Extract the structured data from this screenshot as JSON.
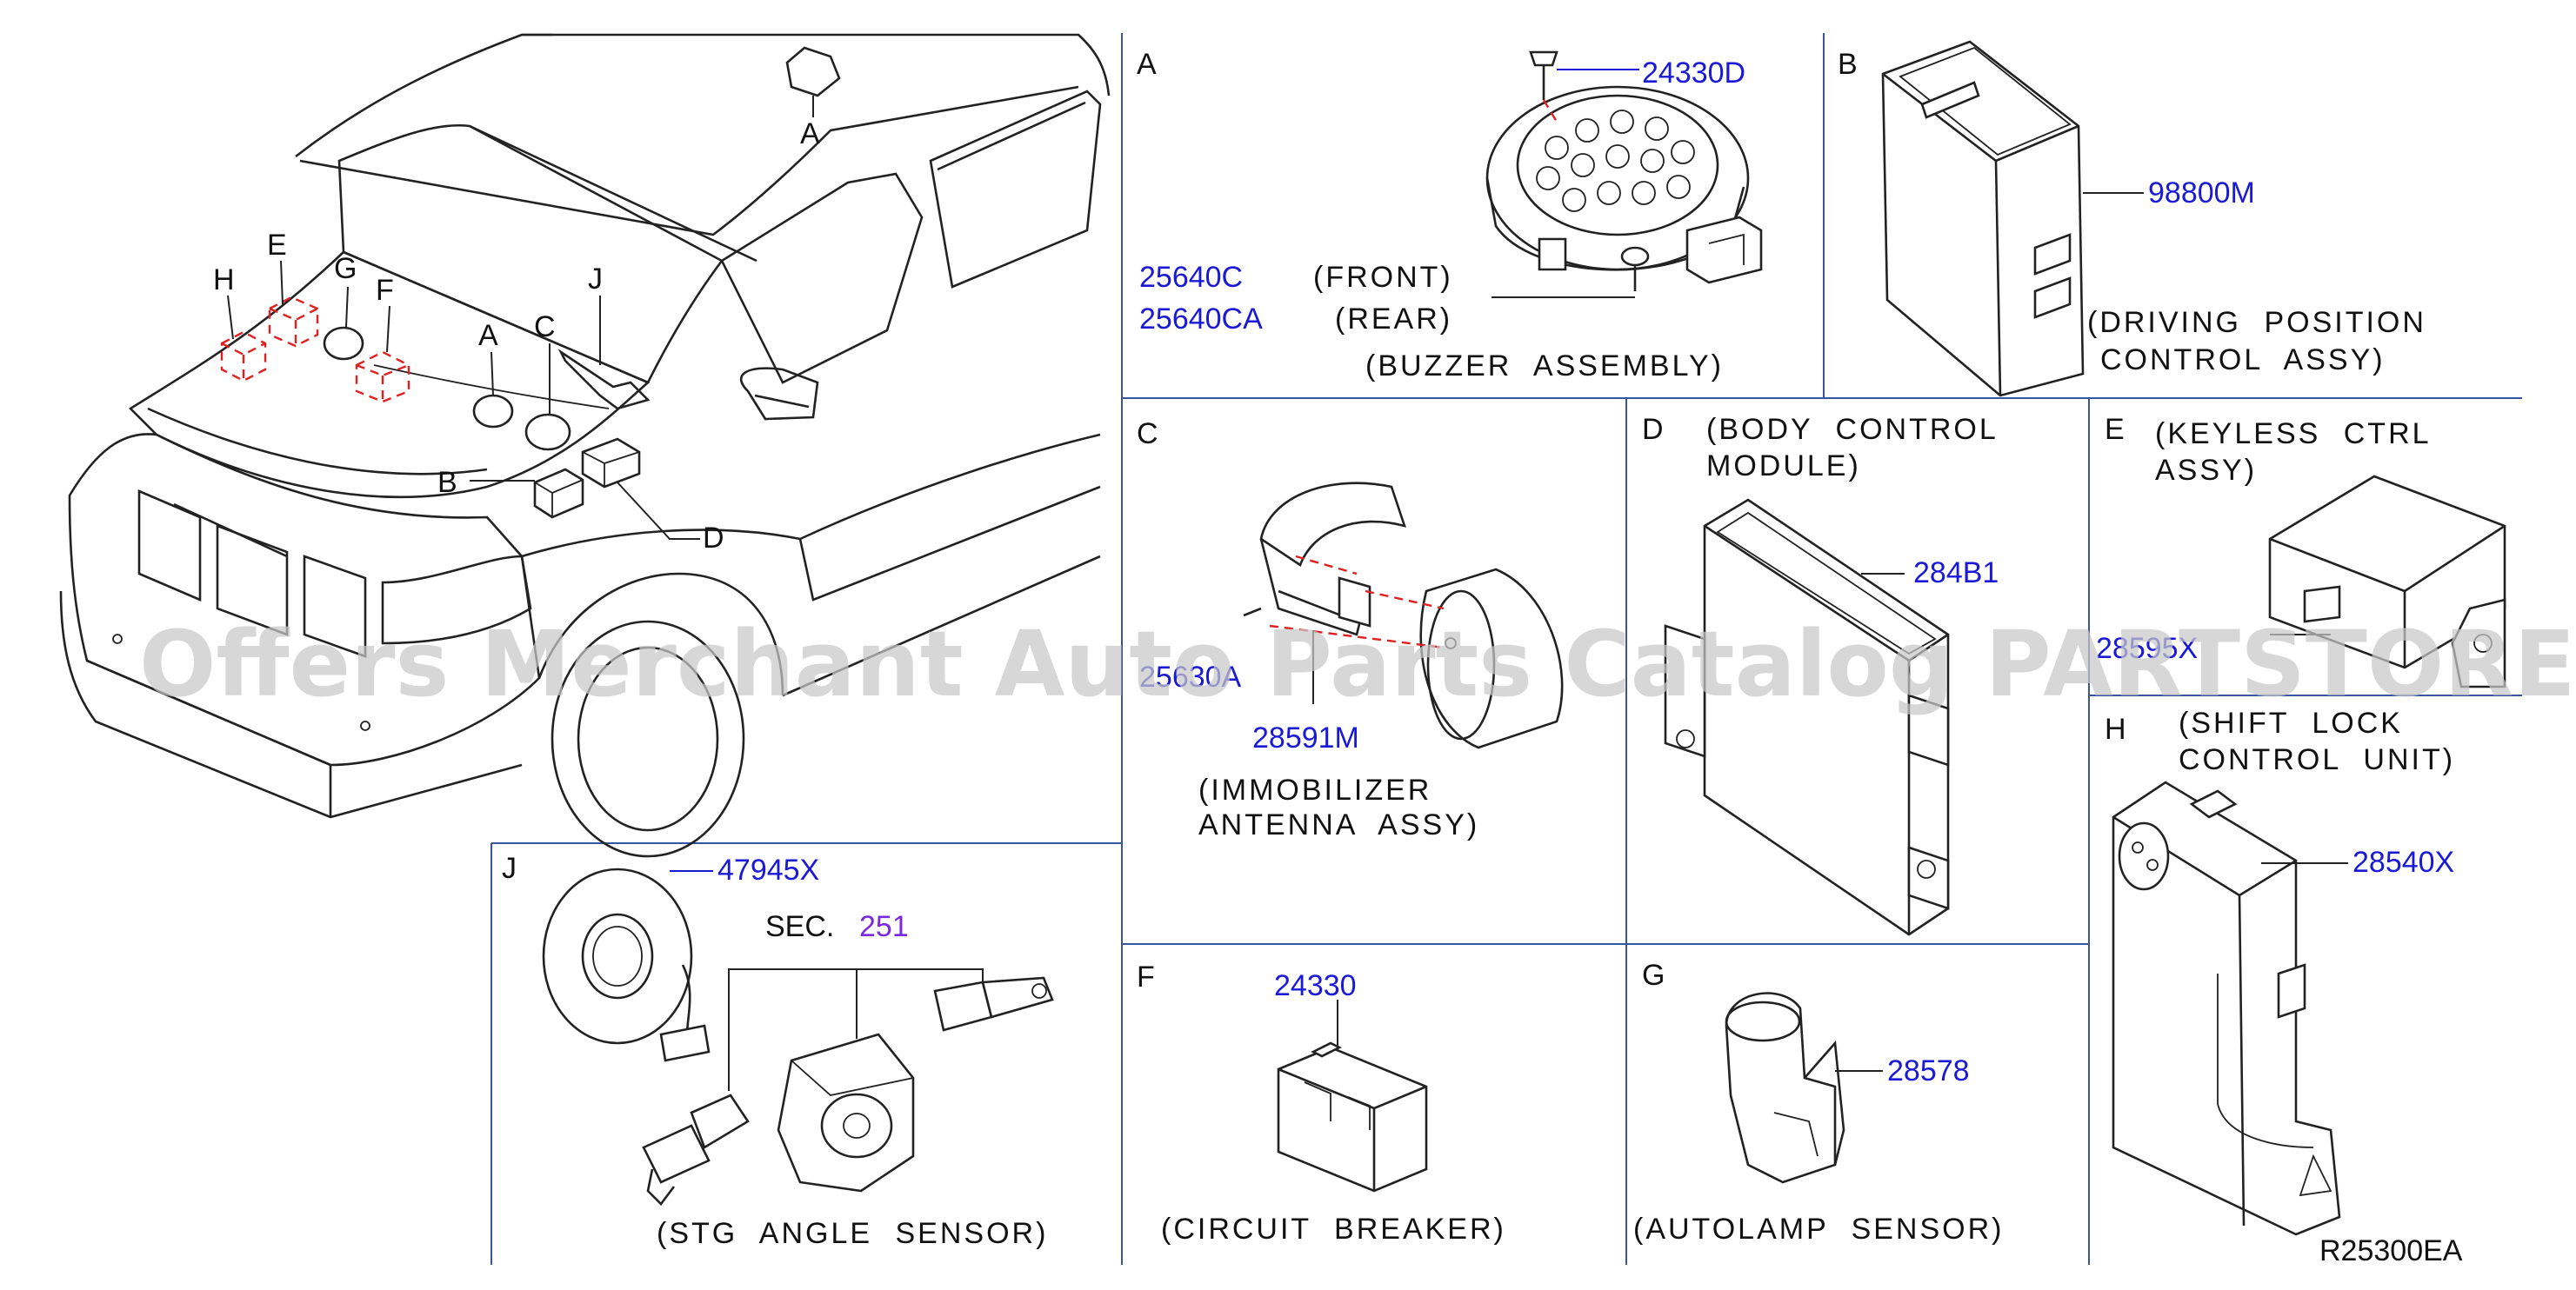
{
  "overview": {
    "labels": {
      "A_roof": "A",
      "A_dash": "A",
      "B": "B",
      "C": "C",
      "D": "D",
      "E": "E",
      "F": "F",
      "G": "G",
      "H": "H",
      "J": "J"
    }
  },
  "panels": {
    "A": {
      "letter": "A",
      "parts": [
        "24330D",
        "25640C",
        "25640CA"
      ],
      "lines": [
        "(FRONT)",
        "(REAR)",
        "(BUZZER ASSEMBLY)"
      ]
    },
    "B": {
      "letter": "B",
      "part": "98800M",
      "lines": [
        "(DRIVING POSITION",
        "CONTROL ASSY)"
      ]
    },
    "C": {
      "letter": "C",
      "parts": [
        "25630A",
        "28591M"
      ],
      "lines": [
        "(IMMOBILIZER",
        "ANTENNA ASSY)"
      ]
    },
    "D": {
      "letter": "D",
      "part": "284B1",
      "lines": [
        "(BODY CONTROL",
        "MODULE)"
      ]
    },
    "E": {
      "letter": "E",
      "part": "28595X",
      "lines": [
        "(KEYLESS CTRL",
        "ASSY)"
      ]
    },
    "F": {
      "letter": "F",
      "part": "24330",
      "lines": [
        "(CIRCUIT BREAKER)"
      ]
    },
    "G": {
      "letter": "G",
      "part": "28578",
      "lines": [
        "(AUTOLAMP SENSOR)"
      ]
    },
    "H": {
      "letter": "H",
      "part": "28540X",
      "lines": [
        "(SHIFT LOCK",
        "CONTROL UNIT)"
      ]
    },
    "J": {
      "letter": "J",
      "part": "47945X",
      "sec_prefix": "SEC.",
      "sec_num": "251",
      "lines": [
        "(STG ANGLE SENSOR)"
      ]
    }
  },
  "diagram_code": "R25300EA",
  "watermark": "Offers Merchant Auto Parts Catalog PARTSTORE.SA",
  "colors": {
    "part_number": "#1a1ad6",
    "section_ref": "#7a2adb",
    "divider": "#3a55a0",
    "highlight": "#e02020",
    "watermark": "#c8c8c8"
  }
}
